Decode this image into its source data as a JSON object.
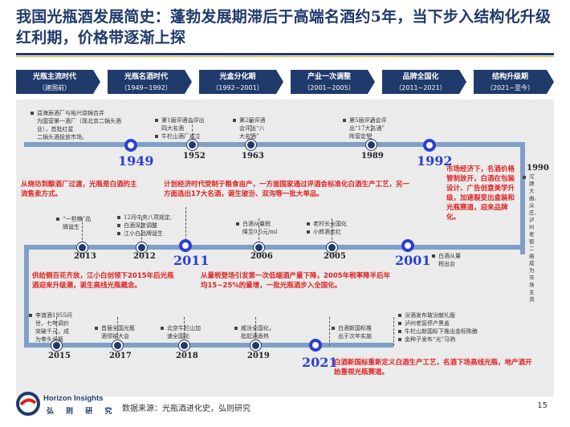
{
  "title": "我国光瓶酒发展简史：蓬勃发展期滞后于高端名酒约5年，当下步入结构化升级红利期，价格带逐渐上探",
  "eras": [
    {
      "name": "光瓶主流时代",
      "range": "（建国前）"
    },
    {
      "name": "光瓶名酒时代",
      "range": "（1949~1992）"
    },
    {
      "name": "光盒分化期",
      "range": "（1992~2001）"
    },
    {
      "name": "产业一次调整",
      "range": "（2001~2005）"
    },
    {
      "name": "品牌全国化",
      "range": "（2011~2021）"
    },
    {
      "name": "结构升级期",
      "range": "（2021~至今）"
    }
  ],
  "years": {
    "y1949": "1949",
    "y1952": "1952",
    "y1963": "1963",
    "y1989": "1989",
    "y1992": "1992",
    "y1990": "1990",
    "y2013": "2013",
    "y2012": "2012",
    "y2011": "2011",
    "y2006": "2006",
    "y2005": "2005",
    "y2001": "2001",
    "y2015": "2015",
    "y2017": "2017",
    "y2018": "2018",
    "y2019": "2019",
    "y2021": "2021"
  },
  "events": {
    "e_pre": [
      "益海辰酒厂与裕兴烧锅合并",
      "为国营第一酒厂（现北京二锅头酒业），首批红星",
      "二锅头酒投放市场。"
    ],
    "e_1952": [
      "第1届评酒会评出",
      "四大名酒",
      "牛栏山酒厂成立"
    ],
    "e_1963": [
      "第2届评酒",
      "会评出“八",
      "大名酒”"
    ],
    "e_1989": [
      "第5届评酒会评",
      "出“17大名酒”",
      "阵营定型"
    ],
    "e_1990": [
      "沱牌大曲、尖庄、泸州老窖二曲成为市场主流"
    ],
    "e_2013": [
      "“一担粮”品",
      "牌诞生"
    ],
    "e_2012": [
      "12月中央八项规定,",
      "白酒深度调整",
      "江小白品牌诞生"
    ],
    "e_2006": [
      "白酒从量税",
      "降至0.5元/ml"
    ],
    "e_2005": [
      "老村长全国化",
      "小郎酒走红"
    ],
    "e_2001": [
      "白酒从量",
      "税出台"
    ],
    "e_2015": [
      "李渡酒1955问",
      "世，七年调价",
      "突破千元，成",
      "为拳头头瓶"
    ],
    "e_2017": [
      "首届全国光瓶",
      "酒领袖大会"
    ],
    "e_2018": [
      "北京牛栏山加",
      "速全国化"
    ],
    "e_2019": [
      "威汾全国化，",
      "批起酒香热"
    ],
    "e_2021a": [
      "白酒新国标推",
      "出于次年实施"
    ],
    "e_2021b": [
      "汾酒发布玻汾献礼版",
      "泸州老窖停产黑盖",
      "牛栏山新国标下推出金标陈酿",
      "金种子发布“光”马驹"
    ]
  },
  "red_notes": {
    "r1": "从烧坊到酿酒厂过渡，光瓶是白酒的主流售卖方式。",
    "r2": "计划经济时代受制于粮食亩产，一方面国家通过评酒会标准化白酒生产工艺，另一方面选出17大名酒，诞生玻汾、双沟等一批大单品。",
    "r3": "市场经济下，名酒价格管制放开，白酒在包装设计、广告创意美学升级，加速裂变出盒装和光瓶赛道，迎来品牌化。",
    "r4": "供给侧百花齐放，江小白创领下2015年后光瓶酒迎来升级潮，诞生高线光瓶概念。",
    "r5": "从量税登场引发第一次低端酒产量下降，2005年税率降半后年均15~25%的量增，一批光瓶酒步入全国化。",
    "r6": "白酒新国标重新定义白酒生产工艺，名酒下场高线光瓶，地产酒开始重视光瓶赛道。"
  },
  "footer": {
    "brand": "Horizon Insights",
    "brand_cn": "弘 则 研 究",
    "source": "数据来源：光瓶酒进化史，弘则研究",
    "page": "15"
  },
  "colors": {
    "navy": "#1f3a6b",
    "accent": "#2b3fd1",
    "red": "#e02020",
    "track": "#7f9fc8"
  }
}
